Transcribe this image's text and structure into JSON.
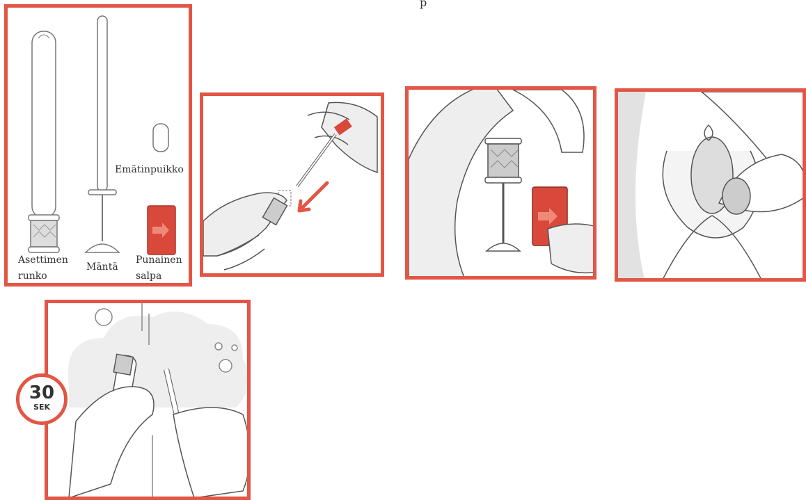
{
  "top_fragment": "p",
  "parts_panel": {
    "label_body_line1": "Asettimen",
    "label_body_line2": "runko",
    "label_plunger": "Mäntä",
    "label_tampon": "Emätinpuikko",
    "label_latch_line1": "Punainen",
    "label_latch_line2": "salpa"
  },
  "timer_badge": {
    "value": "30",
    "unit": "SEK"
  },
  "colors": {
    "frame": "#e35545",
    "latch": "#d9493b",
    "link_dot": "#2a7bd6"
  },
  "icons": [
    "arrow-right-icon",
    "arrow-down-left-icon"
  ]
}
